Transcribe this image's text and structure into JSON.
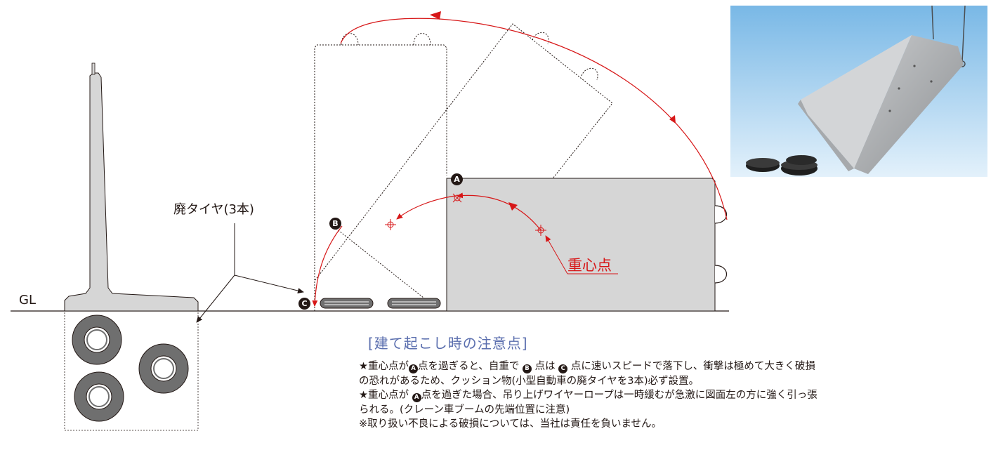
{
  "labels": {
    "gl": "GL",
    "waste_tires": "廃タイヤ(3本)",
    "center_of_gravity": "重心点"
  },
  "points": {
    "a": "A",
    "b": "B",
    "c": "C"
  },
  "notes": {
    "title": "[建て起こし時の注意点]",
    "lines": [
      [
        {
          "t": "★重心点が"
        },
        {
          "m": "A"
        },
        {
          "t": "点を過ぎると、自重で "
        },
        {
          "m": "B"
        },
        {
          "t": " 点は "
        },
        {
          "m": "C"
        },
        {
          "t": " 点に速いスピードで落下し、衝撃は極めて大きく破損"
        }
      ],
      [
        {
          "t": "の恐れがあるため、クッション物(小型自動車の廃タイヤを3本)必ず設置。"
        }
      ],
      [
        {
          "t": "★重心点が "
        },
        {
          "m": "A"
        },
        {
          "t": "点を過ぎた場合、吊り上げワイヤーロープは一時緩むが急激に図面左の方に強く引っ張"
        }
      ],
      [
        {
          "t": "られる。(クレーン車ブームの先端位置に注意)"
        }
      ],
      [
        {
          "t": "※取り扱い不良による破損については、当社は責任を負いません。"
        }
      ]
    ]
  },
  "colors": {
    "accent_red": "#d71718",
    "concrete_fill": "#d6d6d6",
    "outline": "#231815",
    "tire": "#6f6f6f",
    "title_blue": "#5a6eae"
  }
}
